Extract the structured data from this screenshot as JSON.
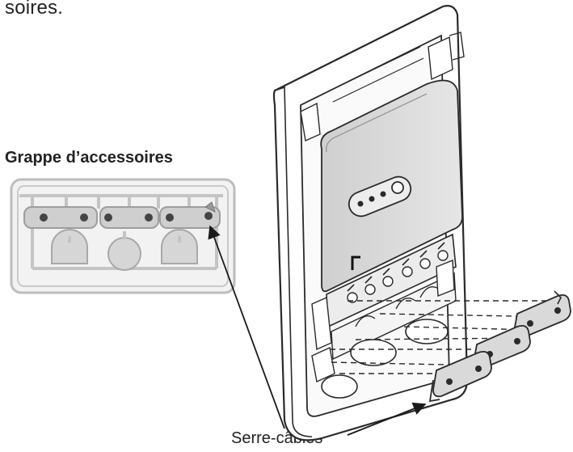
{
  "header": {
    "partial_text": "soires."
  },
  "cluster": {
    "title": "Grappe d’accessoires"
  },
  "callout": {
    "label": "Serre-câbles"
  },
  "colors": {
    "line": "#2a2a2a",
    "panel": "#d7d7d7",
    "cluster_fill": "#cfcfcf"
  }
}
